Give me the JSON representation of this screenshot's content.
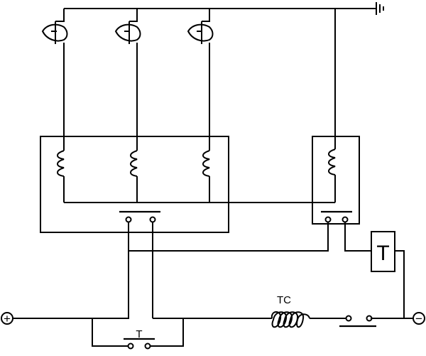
{
  "labels": {
    "coil_tc": "TC",
    "relay_main": "T",
    "switch_t": "T"
  },
  "terminals": {
    "positive": "+",
    "negative": "−"
  },
  "icons": {
    "ground": "ground-icon",
    "spark_gap": "spark-gap-icon",
    "heater_coil": "heater-coil-icon",
    "inductor": "inductor-coil-icon",
    "switch": "switch-icon"
  },
  "colors": {
    "line": "#000000",
    "background": "#ffffff"
  }
}
